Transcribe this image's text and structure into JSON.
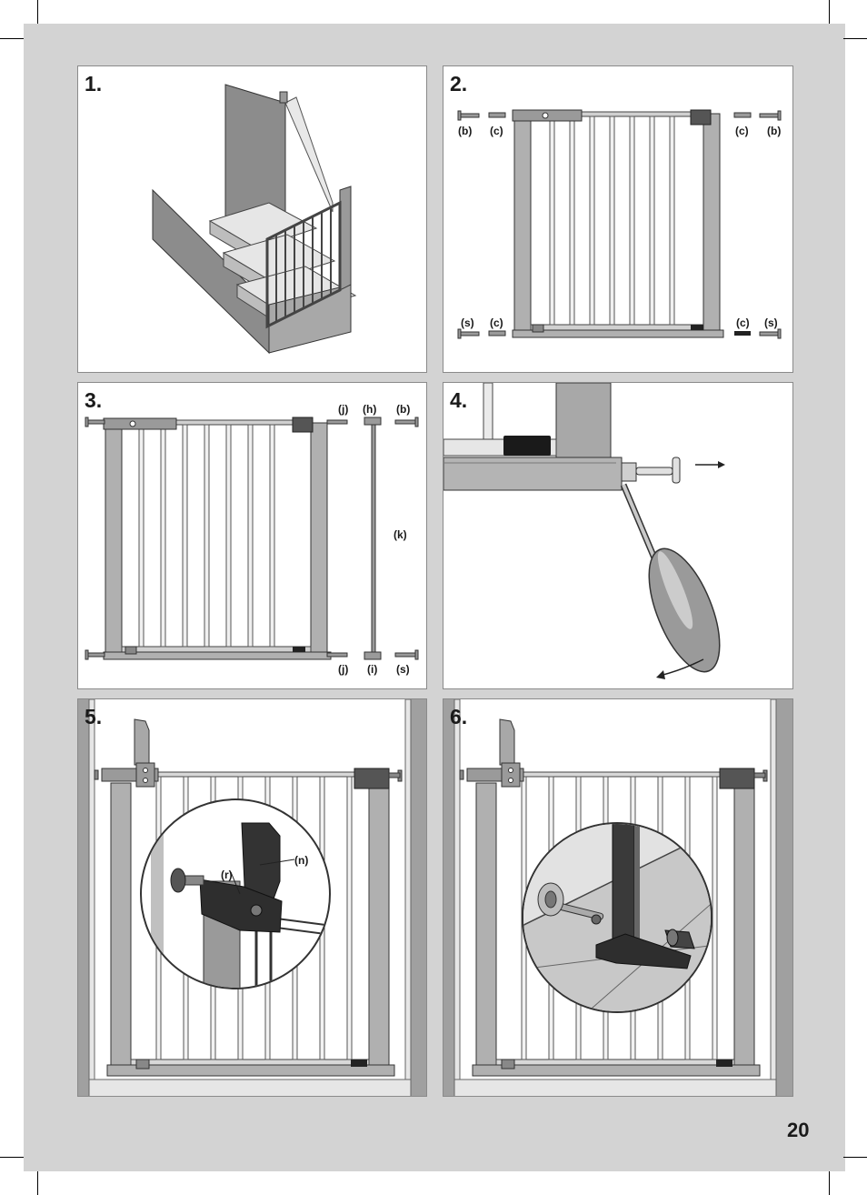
{
  "page_number": "20",
  "steps": [
    {
      "number": "1."
    },
    {
      "number": "2.",
      "labels": [
        "(b)",
        "(c)",
        "(c)",
        "(b)",
        "(s)",
        "(c)",
        "(c)",
        "(s)"
      ]
    },
    {
      "number": "3.",
      "labels": [
        "(j)",
        "(h)",
        "(b)",
        "(k)",
        "(j)",
        "(i)",
        "(s)"
      ]
    },
    {
      "number": "4."
    },
    {
      "number": "5.",
      "labels": [
        "(n)",
        "(r)"
      ]
    },
    {
      "number": "6."
    }
  ]
}
